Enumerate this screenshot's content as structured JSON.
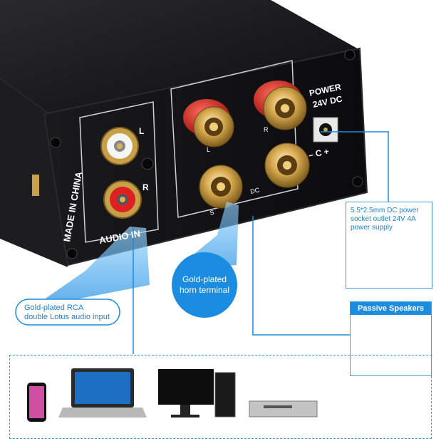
{
  "panel": {
    "made_in": "MADE IN CHINA",
    "audio_in": "AUDIO IN",
    "channel_left": "L",
    "channel_right": "R",
    "power_label": "POWER",
    "power_rating": "24V DC",
    "polarity": "– C +",
    "speaker_fragments": [
      "L",
      "S",
      "R",
      "DC"
    ]
  },
  "callouts": {
    "rca_line1": "Gold-plated RCA",
    "rca_line2": "double Lotus audio input",
    "horn_line1": "Gold-plated",
    "horn_line2": "horn terminal",
    "power_line1": "5.5*2.5mm DC power",
    "power_line2": "socket outlet 24V 4A",
    "power_line3": "power supply",
    "speakers_title": "Passive Speakers"
  },
  "devices": [
    "phone-icon",
    "laptop-icon",
    "desktop-pc-icon",
    "dvd-player-icon"
  ],
  "colors": {
    "accent_blue": "#1b8ce0",
    "chassis": "#141416",
    "gold": "#c9a04a",
    "red": "#d01818"
  }
}
